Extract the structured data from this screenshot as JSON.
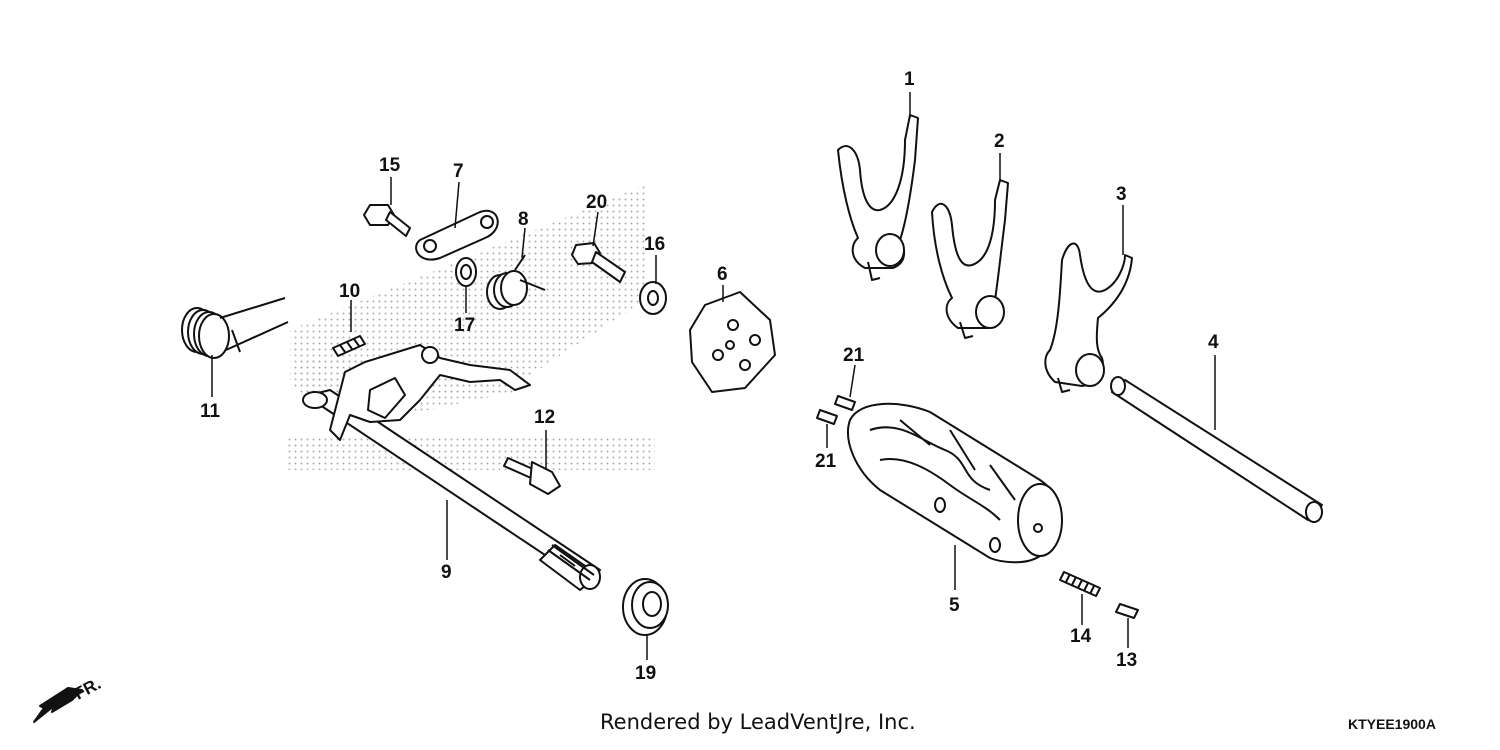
{
  "callouts": [
    "1",
    "2",
    "3",
    "4",
    "5",
    "6",
    "7",
    "8",
    "9",
    "10",
    "11",
    "12",
    "13",
    "14",
    "15",
    "16",
    "17",
    "19",
    "20",
    "21",
    "21"
  ],
  "direction_marker": {
    "text": "FR.",
    "icon": "arrow-left-down-icon"
  },
  "footer": {
    "credit": "Rendered by LeadVentJre, Inc.",
    "code": "KTYEE1900A"
  },
  "colors": {
    "line": "#111111",
    "watermark": "#9a9a9a"
  }
}
